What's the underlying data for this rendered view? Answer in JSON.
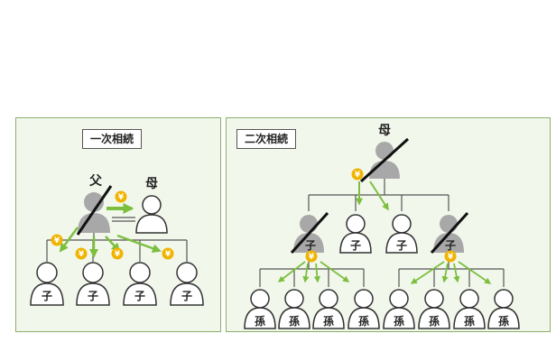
{
  "panels": [
    {
      "title": "一次相続",
      "father_label": "父",
      "mother_label": "母",
      "child_label": "子",
      "currency_symbol": "¥"
    },
    {
      "title": "二次相続",
      "mother_label": "母",
      "child_label": "子",
      "grandchild_label": "孫",
      "currency_symbol": "¥"
    }
  ],
  "colors": {
    "panel_bg": "#f2f7ec",
    "panel_border": "#8cb06a",
    "arrow": "#7cbf3f",
    "coin": "#f0b400",
    "deceased_person": "#a8a8a8",
    "line": "#555555"
  }
}
